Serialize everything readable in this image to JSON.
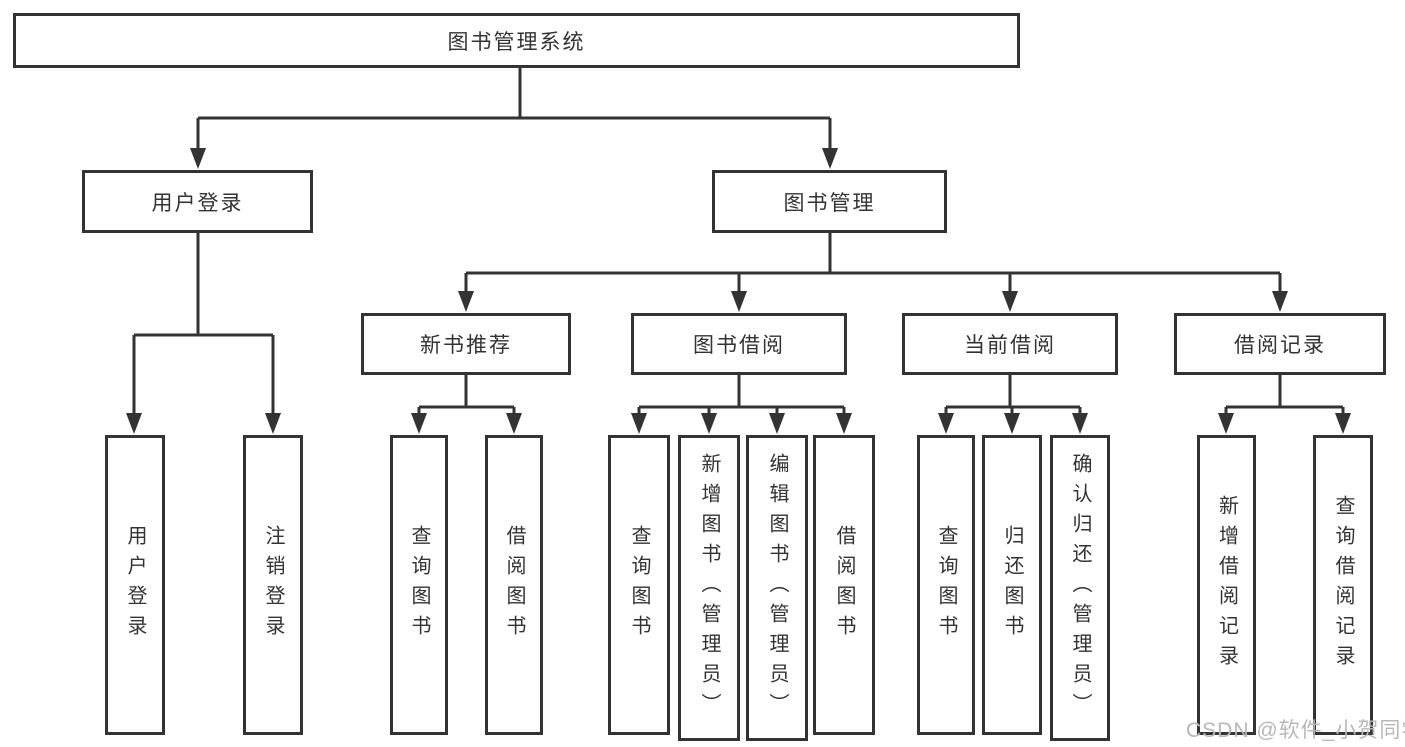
{
  "diagram": {
    "root": {
      "label": "图书管理系统"
    },
    "level1": [
      {
        "label": "用户登录"
      },
      {
        "label": "图书管理"
      }
    ],
    "level2": [
      {
        "label": "新书推荐"
      },
      {
        "label": "图书借阅"
      },
      {
        "label": "当前借阅"
      },
      {
        "label": "借阅记录"
      }
    ],
    "leaves": {
      "user_login": [
        {
          "label": "用户登录"
        },
        {
          "label": "注销登录"
        }
      ],
      "new_book": [
        {
          "label": "查询图书"
        },
        {
          "label": "借阅图书"
        }
      ],
      "book_borrow": [
        {
          "label": "查询图书"
        },
        {
          "label": "新增图书（管理员）"
        },
        {
          "label": "编辑图书（管理员）"
        },
        {
          "label": "借阅图书"
        }
      ],
      "current_borrow": [
        {
          "label": "查询图书"
        },
        {
          "label": "归还图书"
        },
        {
          "label": "确认归还（管理员）"
        }
      ],
      "borrow_record": [
        {
          "label": "新增借阅记录"
        },
        {
          "label": "查询借阅记录"
        }
      ]
    }
  },
  "watermark": {
    "text": "CSDN @软件_小贺同学"
  },
  "colors": {
    "line": "#333333",
    "text": "#333333",
    "watermark": "#b8b8b8",
    "background": "#ffffff"
  }
}
